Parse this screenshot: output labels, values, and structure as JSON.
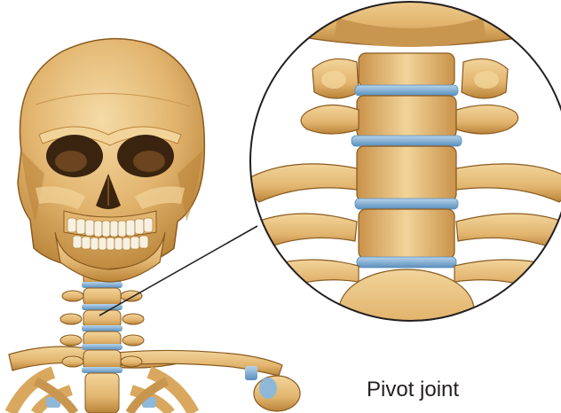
{
  "figure": {
    "caption": "Pivot joint",
    "subject_icon": "skull-and-cervical-spine-illustration",
    "inset_icon": "magnified-cervical-vertebrae-inset",
    "colors": {
      "bone": "#e2b56f",
      "bone_light": "#f2d49a",
      "bone_shadow": "#b98338",
      "bone_outline": "#8a5a20",
      "disc": "#8fb8d8",
      "disc_dark": "#5a8fbd",
      "tooth": "#f6f1e2",
      "socket": "#3a2410",
      "leader_line": "#231f20",
      "inset_border": "#231f20",
      "caption_text": "#231f20"
    }
  }
}
